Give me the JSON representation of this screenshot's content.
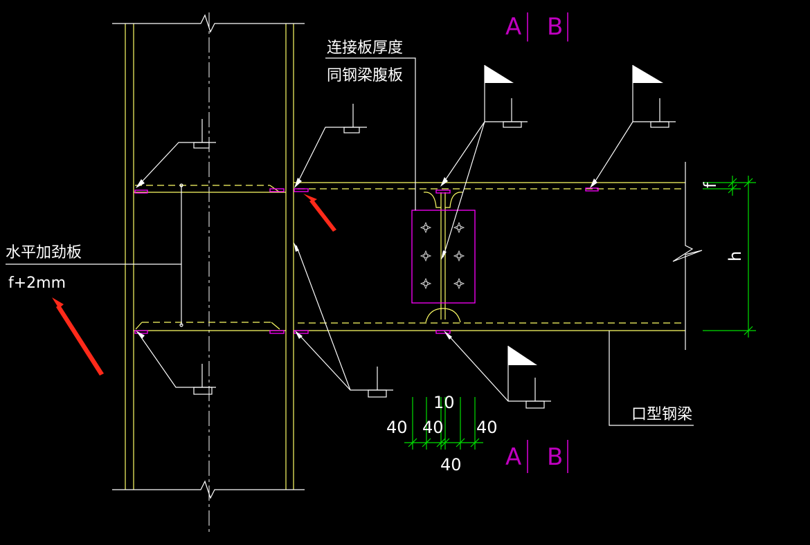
{
  "labels": {
    "plate_thickness_line1": "连接板厚度",
    "plate_thickness_line2": "同钢梁腹板",
    "horizontal_stiffener": "水平加劲板",
    "stiffener_thickness": "f+2mm",
    "box_beam": "口型钢梁",
    "dim_f": "f",
    "dim_h": "h",
    "dim_10": "10",
    "dim_40_left": "40",
    "dim_40_mid": "40",
    "dim_40_right": "40",
    "dim_40_bottom": "40"
  },
  "section_marks": {
    "top_a": "A",
    "top_b": "B",
    "bottom_a": "A",
    "bottom_b": "B"
  },
  "colors": {
    "background": "#000000",
    "steel_outline": "#ffff66",
    "leader_lines": "#ffffff",
    "section_marks": "#c000c0",
    "dimension_lines": "#00e000",
    "highlight_arrows": "#ff2a1a"
  }
}
